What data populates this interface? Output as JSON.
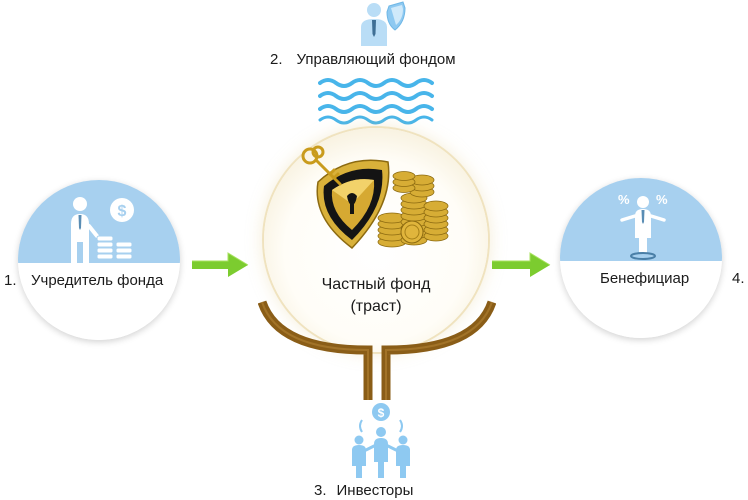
{
  "manager": {
    "number": "2.",
    "label": "Управляющий фондом"
  },
  "founder": {
    "number": "1.",
    "label": "Учредитель фонда"
  },
  "fund": {
    "title": "Частный фонд",
    "subtitle": "(траст)"
  },
  "beneficiary": {
    "label": "Бенефициар",
    "number": "4."
  },
  "investors": {
    "number": "3.",
    "label": "Инвесторы"
  },
  "colors": {
    "circle_fill": "#a7d0ef",
    "icon_blue": "#b9ddf6",
    "wave_blue": "#48b5ea",
    "arrow_green": "#7ccc2f",
    "bracket_brown": "#8a5d17",
    "gold": "#c9a227",
    "shield_black": "#111111"
  },
  "icons": {
    "manager": "businessman-with-shield-icon",
    "founder": "businessman-with-coins-icon",
    "beneficiary": "person-with-percent-icon",
    "investors": "group-with-dollar-icon",
    "fund": "shield-key-coins-icon"
  }
}
